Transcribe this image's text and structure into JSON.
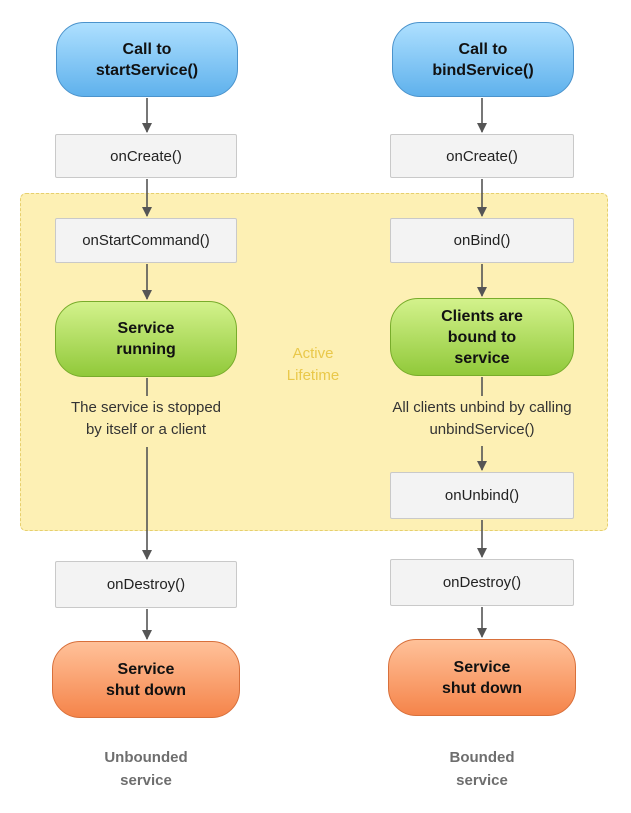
{
  "active_lifetime_label": "Active\nLifetime",
  "unbounded": {
    "start": "Call to\nstartService()",
    "on_create": "onCreate()",
    "on_start_command": "onStartCommand()",
    "running": "Service\nrunning",
    "stop_note": "The service is stopped\nby itself or a client",
    "on_destroy": "onDestroy()",
    "shut_down": "Service\nshut down",
    "caption": "Unbounded\nservice"
  },
  "bounded": {
    "start": "Call to\nbindService()",
    "on_create": "onCreate()",
    "on_bind": "onBind()",
    "bound": "Clients are\nbound to\nservice",
    "unbind_note": "All clients unbind by calling\nunbindService()",
    "on_unbind": "onUnbind()",
    "on_destroy": "onDestroy()",
    "shut_down": "Service\nshut down",
    "caption": "Bounded\nservice"
  },
  "colors": {
    "start_fill": "#7ec4f3",
    "running_fill": "#b2de5c",
    "shutdown_fill": "#fba174",
    "active_zone_fill": "#fdf0b4",
    "arrow": "#555555"
  }
}
